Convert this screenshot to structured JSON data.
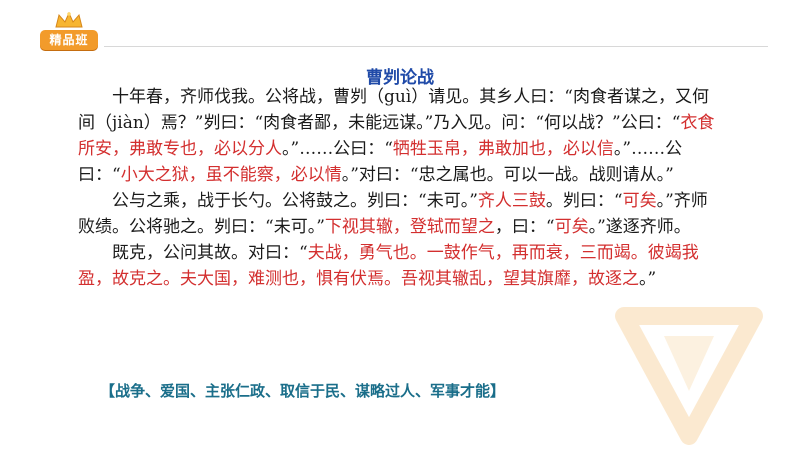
{
  "badge": {
    "label": "精品班"
  },
  "title": "曹刿论战",
  "paragraphs": [
    [
      {
        "t": "十年春，齐师伐我。公将战，曹刿（guì）请见。其乡人曰：“肉食者谋之，又何间（jiàn）焉？”刿曰：“肉食者鄙，未能远谋。”乃入见。问：“何以战？”公曰：“",
        "red": false
      },
      {
        "t": "衣食所安，弗敢专也，必以分人",
        "red": true
      },
      {
        "t": "。”……公曰：“",
        "red": false
      },
      {
        "t": "牺牲玉帛，弗敢加也，必以信",
        "red": true
      },
      {
        "t": "。”……公曰：“",
        "red": false
      },
      {
        "t": "小大之狱，虽不能察，必以情",
        "red": true
      },
      {
        "t": "。”对曰：“忠之属也。可以一战。战则请从。”",
        "red": false
      }
    ],
    [
      {
        "t": "公与之乘，战于长勺。公将鼓之。刿曰：“未可。”",
        "red": false
      },
      {
        "t": "齐人三鼓",
        "red": true
      },
      {
        "t": "。刿曰：“",
        "red": false
      },
      {
        "t": "可矣",
        "red": true
      },
      {
        "t": "。”齐师败绩。公将驰之。刿曰：“未可。”",
        "red": false
      },
      {
        "t": "下视其辙，登轼而望之",
        "red": true
      },
      {
        "t": "，曰：“",
        "red": false
      },
      {
        "t": "可矣",
        "red": true
      },
      {
        "t": "。”遂逐齐师。",
        "red": false
      }
    ],
    [
      {
        "t": "既克，公问其故。对曰：“",
        "red": false
      },
      {
        "t": "夫战，勇气也。一鼓作气，再而衰，三而竭。彼竭我盈，故克之。夫大国，难测也，惧有伏焉。吾视其辙乱，望其旗靡，故逐之",
        "red": true
      },
      {
        "t": "。”",
        "red": false
      }
    ]
  ],
  "tags": "【战争、爱国、主张仁政、取信于民、谋略过人、军事才能】",
  "colors": {
    "title": "#1f4aa8",
    "highlight": "#d32f2f",
    "tags": "#1a6e8a",
    "badge": "#f29b2b"
  }
}
